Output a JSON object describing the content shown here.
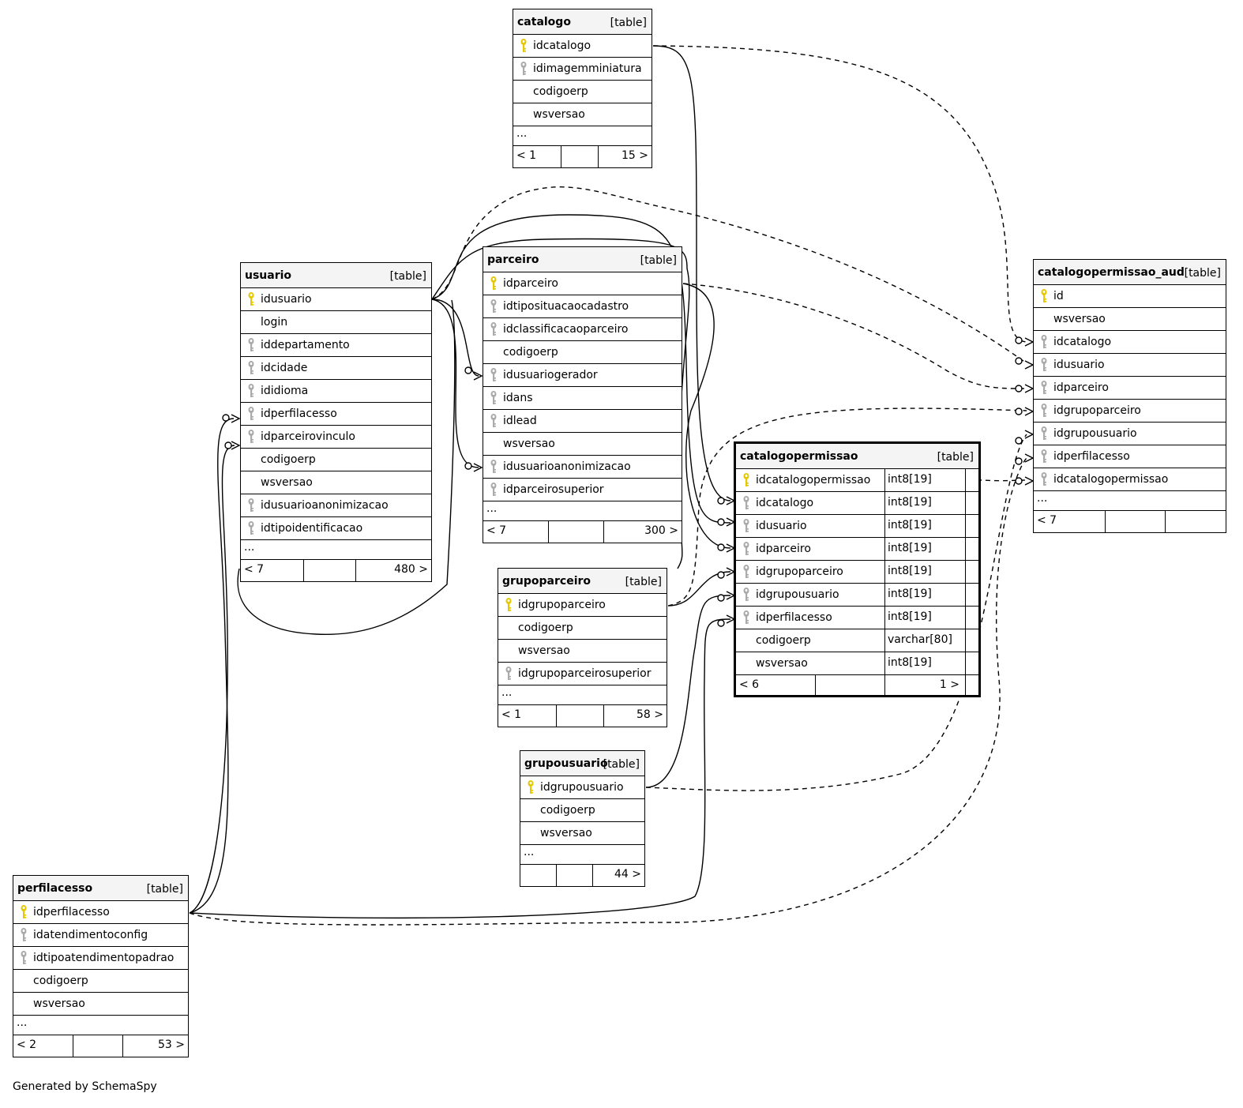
{
  "tables": {
    "catalogo": {
      "name": "catalogo",
      "tag": "[table]",
      "columns": [
        {
          "name": "idcatalogo",
          "key": "pk"
        },
        {
          "name": "idimagemminiatura",
          "key": "fk"
        },
        {
          "name": "codigoerp",
          "key": ""
        },
        {
          "name": "wsversao",
          "key": ""
        }
      ],
      "ellipsis": "...",
      "footer_left": "< 1",
      "footer_right": "15 >"
    },
    "usuario": {
      "name": "usuario",
      "tag": "[table]",
      "columns": [
        {
          "name": "idusuario",
          "key": "pk"
        },
        {
          "name": "login",
          "key": ""
        },
        {
          "name": "iddepartamento",
          "key": "fk"
        },
        {
          "name": "idcidade",
          "key": "fk"
        },
        {
          "name": "ididioma",
          "key": "fk"
        },
        {
          "name": "idperfilacesso",
          "key": "fk"
        },
        {
          "name": "idparceirovinculo",
          "key": "fk"
        },
        {
          "name": "codigoerp",
          "key": ""
        },
        {
          "name": "wsversao",
          "key": ""
        },
        {
          "name": "idusuarioanonimizacao",
          "key": "fk"
        },
        {
          "name": "idtipoidentificacao",
          "key": "fk"
        }
      ],
      "ellipsis": "...",
      "footer_left": "< 7",
      "footer_right": "480 >"
    },
    "parceiro": {
      "name": "parceiro",
      "tag": "[table]",
      "columns": [
        {
          "name": "idparceiro",
          "key": "pk"
        },
        {
          "name": "idtiposituacaocadastro",
          "key": "fk"
        },
        {
          "name": "idclassificacaoparceiro",
          "key": "fk"
        },
        {
          "name": "codigoerp",
          "key": ""
        },
        {
          "name": "idusuariogerador",
          "key": "fk"
        },
        {
          "name": "idans",
          "key": "fk"
        },
        {
          "name": "idlead",
          "key": "fk"
        },
        {
          "name": "wsversao",
          "key": ""
        },
        {
          "name": "idusuarioanonimizacao",
          "key": "fk"
        },
        {
          "name": "idparceirosuperior",
          "key": "fk"
        }
      ],
      "ellipsis": "...",
      "footer_left": "< 7",
      "footer_right": "300 >"
    },
    "catalogopermissao_aud": {
      "name": "catalogopermissao_aud",
      "tag": "[table]",
      "columns": [
        {
          "name": "id",
          "key": "pk"
        },
        {
          "name": "wsversao",
          "key": ""
        },
        {
          "name": "idcatalogo",
          "key": "fk"
        },
        {
          "name": "idusuario",
          "key": "fk"
        },
        {
          "name": "idparceiro",
          "key": "fk"
        },
        {
          "name": "idgrupoparceiro",
          "key": "fk"
        },
        {
          "name": "idgrupousuario",
          "key": "fk"
        },
        {
          "name": "idperfilacesso",
          "key": "fk"
        },
        {
          "name": "idcatalogopermissao",
          "key": "fk"
        }
      ],
      "ellipsis": "...",
      "footer_left": "< 7",
      "footer_right": ""
    },
    "catalogopermissao": {
      "name": "catalogopermissao",
      "tag": "[table]",
      "columns": [
        {
          "name": "idcatalogopermissao",
          "key": "pk",
          "type": "int8[19]"
        },
        {
          "name": "idcatalogo",
          "key": "fk",
          "type": "int8[19]"
        },
        {
          "name": "idusuario",
          "key": "fk",
          "type": "int8[19]"
        },
        {
          "name": "idparceiro",
          "key": "fk",
          "type": "int8[19]"
        },
        {
          "name": "idgrupoparceiro",
          "key": "fk",
          "type": "int8[19]"
        },
        {
          "name": "idgrupousuario",
          "key": "fk",
          "type": "int8[19]"
        },
        {
          "name": "idperfilacesso",
          "key": "fk",
          "type": "int8[19]"
        },
        {
          "name": "codigoerp",
          "key": "",
          "type": "varchar[80]"
        },
        {
          "name": "wsversao",
          "key": "",
          "type": "int8[19]"
        }
      ],
      "footer_left": "< 6",
      "footer_right": "1 >"
    },
    "grupoparceiro": {
      "name": "grupoparceiro",
      "tag": "[table]",
      "columns": [
        {
          "name": "idgrupoparceiro",
          "key": "pk"
        },
        {
          "name": "codigoerp",
          "key": ""
        },
        {
          "name": "wsversao",
          "key": ""
        },
        {
          "name": "idgrupoparceirosuperior",
          "key": "fk"
        }
      ],
      "ellipsis": "...",
      "footer_left": "< 1",
      "footer_right": "58 >"
    },
    "grupousuario": {
      "name": "grupousuario",
      "tag": "[table]",
      "columns": [
        {
          "name": "idgrupousuario",
          "key": "pk"
        },
        {
          "name": "codigoerp",
          "key": ""
        },
        {
          "name": "wsversao",
          "key": ""
        }
      ],
      "ellipsis": "...",
      "footer_left": "",
      "footer_right": "44 >"
    },
    "perfilacesso": {
      "name": "perfilacesso",
      "tag": "[table]",
      "columns": [
        {
          "name": "idperfilacesso",
          "key": "pk"
        },
        {
          "name": "idatendimentoconfig",
          "key": "fk"
        },
        {
          "name": "idtipoatendimentopadrao",
          "key": "fk"
        },
        {
          "name": "codigoerp",
          "key": ""
        },
        {
          "name": "wsversao",
          "key": ""
        }
      ],
      "ellipsis": "...",
      "footer_left": "< 2",
      "footer_right": "53 >"
    }
  },
  "credit": "Generated by SchemaSpy",
  "colors": {
    "pk_key": "#e6c800",
    "fk_key": "#aaaaaa",
    "header_bg": "#f4f4f4"
  }
}
